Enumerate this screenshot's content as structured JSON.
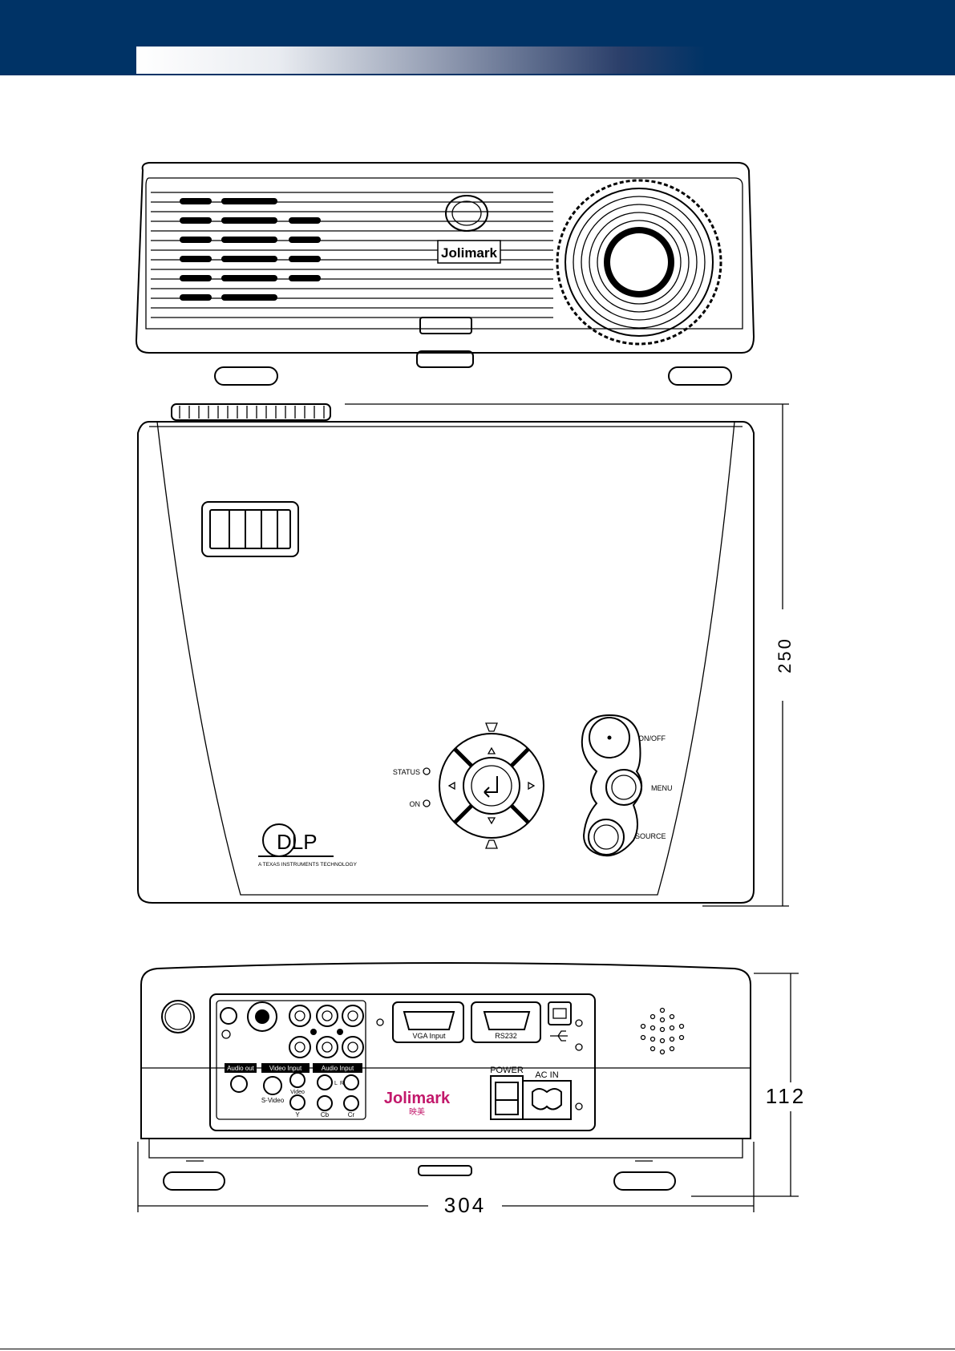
{
  "brand": {
    "logo_text": "Jolimark",
    "logo_sub": "映美"
  },
  "top_panel": {
    "status_label": "STATUS",
    "on_label": "ON",
    "onoff_label": "ON/OFF",
    "menu_label": "MENU",
    "source_label": "SOURCE",
    "dlp_logo": "DLP",
    "dlp_tagline": "A TEXAS INSTRUMENTS TECHNOLOGY"
  },
  "rear_panel": {
    "audio_out": "Audio out",
    "video_input": "Video Input",
    "audio_input": "Audio Input",
    "svideo": "S-Video",
    "video": "Video",
    "y": "Y",
    "cb": "Cb",
    "cr": "Cr",
    "l": "L",
    "r": "R",
    "vga": "VGA Input",
    "rs232": "RS232",
    "power": "POWER",
    "ac_in": "AC IN"
  },
  "dimensions": {
    "depth": "250",
    "height": "112",
    "width": "304"
  },
  "colors": {
    "header": "#003366"
  }
}
